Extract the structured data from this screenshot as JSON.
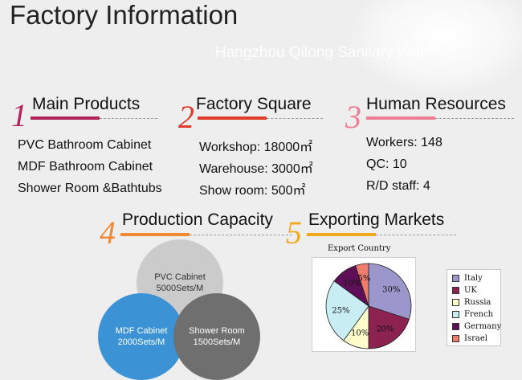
{
  "title": "Factory Information",
  "company": "Hangzhou Qilong Sanitary Ware Co.,",
  "sections": {
    "main_products": {
      "num": "1",
      "title": "Main Products",
      "color": "#b0245a",
      "items": [
        "PVC Bathroom Cabinet",
        "MDF Bathroom Cabinet",
        "Shower Room &Bathtubs"
      ]
    },
    "factory_square": {
      "num": "2",
      "title": "Factory Square",
      "color": "#e23b2c",
      "items": [
        "Workshop:  18000㎡",
        "Warehouse: 3000㎡",
        "Show room: 500㎡"
      ]
    },
    "human_resources": {
      "num": "3",
      "title": "Human Resources",
      "color": "#ee7f93",
      "items": [
        "Workers: 148",
        "QC: 10",
        "R/D staff: 4"
      ]
    },
    "production_capacity": {
      "num": "4",
      "title": "Production Capacity",
      "color": "#f08a35",
      "circles": [
        {
          "name": "PVC Cabinet",
          "value": "5000Sets/M"
        },
        {
          "name": "MDF Cabinet",
          "value": "2000Sets/M"
        },
        {
          "name": "Shower Room",
          "value": "1500Sets/M"
        }
      ]
    },
    "exporting_markets": {
      "num": "5",
      "title": "Exporting Markets",
      "color": "#f0a81c"
    }
  },
  "chart_data": {
    "type": "pie",
    "title": "Export Country",
    "labels": [
      "Italy",
      "UK",
      "Russia",
      "French",
      "Germany",
      "Israel"
    ],
    "values": [
      30,
      20,
      10,
      25,
      10,
      5
    ],
    "colors": [
      "#9b97cc",
      "#8b2250",
      "#ffffcc",
      "#c8eef4",
      "#5f0f57",
      "#f07c6c"
    ],
    "value_labels": [
      "30%",
      "20%",
      "10%",
      "25%",
      "10%",
      "5%"
    ]
  }
}
